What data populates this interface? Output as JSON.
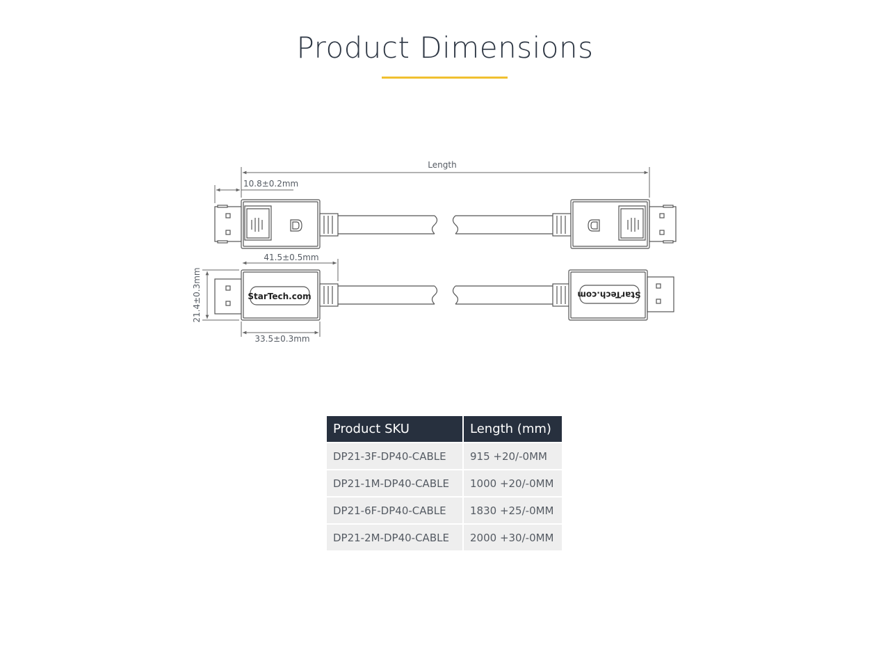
{
  "page": {
    "title": "Product Dimensions",
    "accent_color": "#f0c030",
    "header_color": "#27303e"
  },
  "diagram": {
    "length_label": "Length",
    "dim_tip": "10.8±0.2mm",
    "dim_length": "41.5±0.5mm",
    "dim_height": "21.4±0.3mm",
    "dim_body": "33.5±0.3mm",
    "logo_text": "StarTech.com",
    "connector_icon": "displayport-logo-icon"
  },
  "table": {
    "headers": [
      "Product SKU",
      "Length (mm)"
    ],
    "rows": [
      [
        "DP21-3F-DP40-CABLE",
        "915 +20/-0MM"
      ],
      [
        "DP21-1M-DP40-CABLE",
        "1000 +20/-0MM"
      ],
      [
        "DP21-6F-DP40-CABLE",
        "1830 +25/-0MM"
      ],
      [
        "DP21-2M-DP40-CABLE",
        "2000 +30/-0MM"
      ]
    ]
  }
}
